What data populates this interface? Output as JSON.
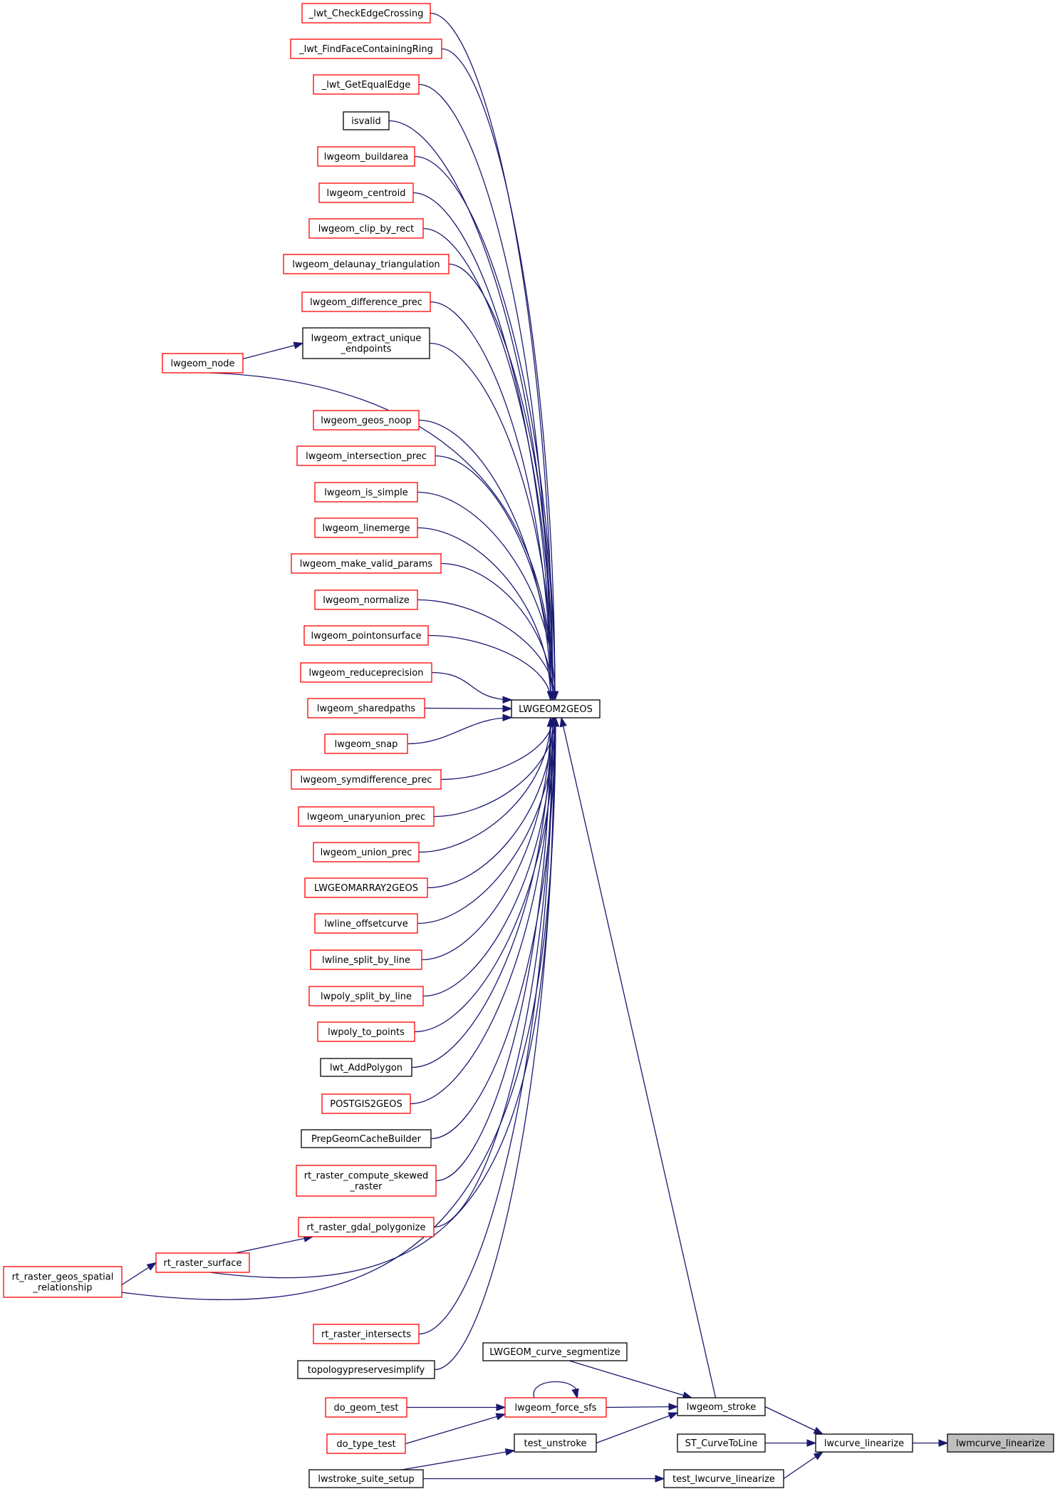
{
  "colors": {
    "edge": "#191970",
    "border_red": "#ff0000",
    "border_black": "#000000",
    "fill_default": "#ffffff",
    "fill_focus": "#bfbfbf"
  },
  "nodes": [
    {
      "id": "n01",
      "label": [
        "_lwt_CheckEdgeCrossing"
      ],
      "border": "red"
    },
    {
      "id": "n02",
      "label": [
        "_lwt_FindFaceContainingRing"
      ],
      "border": "red"
    },
    {
      "id": "n03",
      "label": [
        "_lwt_GetEqualEdge"
      ],
      "border": "red"
    },
    {
      "id": "n04",
      "label": [
        "isvalid"
      ],
      "border": "black"
    },
    {
      "id": "n05",
      "label": [
        "lwgeom_buildarea"
      ],
      "border": "red"
    },
    {
      "id": "n06",
      "label": [
        "lwgeom_centroid"
      ],
      "border": "red"
    },
    {
      "id": "n07",
      "label": [
        "lwgeom_clip_by_rect"
      ],
      "border": "red"
    },
    {
      "id": "n08",
      "label": [
        "lwgeom_delaunay_triangulation"
      ],
      "border": "red"
    },
    {
      "id": "n09",
      "label": [
        "lwgeom_difference_prec"
      ],
      "border": "red"
    },
    {
      "id": "n10",
      "label": [
        "lwgeom_extract_unique",
        "_endpoints"
      ],
      "border": "black"
    },
    {
      "id": "n11",
      "label": [
        "lwgeom_node"
      ],
      "border": "red"
    },
    {
      "id": "n12",
      "label": [
        "lwgeom_geos_noop"
      ],
      "border": "red"
    },
    {
      "id": "n13",
      "label": [
        "lwgeom_intersection_prec"
      ],
      "border": "red"
    },
    {
      "id": "n14",
      "label": [
        "lwgeom_is_simple"
      ],
      "border": "red"
    },
    {
      "id": "n15",
      "label": [
        "lwgeom_linemerge"
      ],
      "border": "red"
    },
    {
      "id": "n16",
      "label": [
        "lwgeom_make_valid_params"
      ],
      "border": "red"
    },
    {
      "id": "n17",
      "label": [
        "lwgeom_normalize"
      ],
      "border": "red"
    },
    {
      "id": "n18",
      "label": [
        "lwgeom_pointonsurface"
      ],
      "border": "red"
    },
    {
      "id": "n19",
      "label": [
        "lwgeom_reduceprecision"
      ],
      "border": "red"
    },
    {
      "id": "n20",
      "label": [
        "lwgeom_sharedpaths"
      ],
      "border": "red"
    },
    {
      "id": "n21",
      "label": [
        "lwgeom_snap"
      ],
      "border": "red"
    },
    {
      "id": "n22",
      "label": [
        "lwgeom_symdifference_prec"
      ],
      "border": "red"
    },
    {
      "id": "n23",
      "label": [
        "lwgeom_unaryunion_prec"
      ],
      "border": "red"
    },
    {
      "id": "n24",
      "label": [
        "lwgeom_union_prec"
      ],
      "border": "red"
    },
    {
      "id": "n25",
      "label": [
        "LWGEOMARRAY2GEOS"
      ],
      "border": "red"
    },
    {
      "id": "n26",
      "label": [
        "lwline_offsetcurve"
      ],
      "border": "red"
    },
    {
      "id": "n27",
      "label": [
        "lwline_split_by_line"
      ],
      "border": "red"
    },
    {
      "id": "n28",
      "label": [
        "lwpoly_split_by_line"
      ],
      "border": "red"
    },
    {
      "id": "n29",
      "label": [
        "lwpoly_to_points"
      ],
      "border": "red"
    },
    {
      "id": "n30",
      "label": [
        "lwt_AddPolygon"
      ],
      "border": "black"
    },
    {
      "id": "n31",
      "label": [
        "POSTGIS2GEOS"
      ],
      "border": "red"
    },
    {
      "id": "n32",
      "label": [
        "PrepGeomCacheBuilder"
      ],
      "border": "black"
    },
    {
      "id": "n33",
      "label": [
        "rt_raster_compute_skewed",
        "_raster"
      ],
      "border": "red"
    },
    {
      "id": "n34",
      "label": [
        "rt_raster_gdal_polygonize"
      ],
      "border": "red"
    },
    {
      "id": "n35",
      "label": [
        "rt_raster_surface"
      ],
      "border": "red"
    },
    {
      "id": "n36",
      "label": [
        "rt_raster_geos_spatial",
        "_relationship"
      ],
      "border": "red"
    },
    {
      "id": "n37",
      "label": [
        "rt_raster_intersects"
      ],
      "border": "red"
    },
    {
      "id": "n38",
      "label": [
        "topologypreservesimplify"
      ],
      "border": "black"
    },
    {
      "id": "n39",
      "label": [
        "LWGEOM2GEOS"
      ],
      "border": "black"
    },
    {
      "id": "n40",
      "label": [
        "LWGEOM_curve_segmentize"
      ],
      "border": "black"
    },
    {
      "id": "n41",
      "label": [
        "do_geom_test"
      ],
      "border": "red"
    },
    {
      "id": "n42",
      "label": [
        "lwgeom_force_sfs"
      ],
      "border": "red"
    },
    {
      "id": "n43",
      "label": [
        "lwgeom_stroke"
      ],
      "border": "black"
    },
    {
      "id": "n44",
      "label": [
        "do_type_test"
      ],
      "border": "red"
    },
    {
      "id": "n45",
      "label": [
        "test_unstroke"
      ],
      "border": "black"
    },
    {
      "id": "n46",
      "label": [
        "ST_CurveToLine"
      ],
      "border": "black"
    },
    {
      "id": "n47",
      "label": [
        "lwcurve_linearize"
      ],
      "border": "black"
    },
    {
      "id": "n48",
      "label": [
        "lwmcurve_linearize"
      ],
      "border": "black",
      "focus": true
    },
    {
      "id": "n49",
      "label": [
        "lwstroke_suite_setup"
      ],
      "border": "black"
    },
    {
      "id": "n50",
      "label": [
        "test_lwcurve_linearize"
      ],
      "border": "black"
    }
  ],
  "edges": [
    {
      "from": "n48",
      "to": "n47"
    },
    {
      "from": "n47",
      "to": "n43"
    },
    {
      "from": "n47",
      "to": "n46"
    },
    {
      "from": "n47",
      "to": "n50"
    },
    {
      "from": "n50",
      "to": "n49"
    },
    {
      "from": "n43",
      "to": "n40"
    },
    {
      "from": "n43",
      "to": "n42"
    },
    {
      "from": "n43",
      "to": "n45"
    },
    {
      "from": "n43",
      "to": "n39"
    },
    {
      "from": "n42",
      "to": "n42"
    },
    {
      "from": "n42",
      "to": "n41"
    },
    {
      "from": "n42",
      "to": "n44"
    },
    {
      "from": "n45",
      "to": "n49"
    },
    {
      "from": "n39",
      "to": "n01"
    },
    {
      "from": "n39",
      "to": "n02"
    },
    {
      "from": "n39",
      "to": "n03"
    },
    {
      "from": "n39",
      "to": "n04"
    },
    {
      "from": "n39",
      "to": "n05"
    },
    {
      "from": "n39",
      "to": "n06"
    },
    {
      "from": "n39",
      "to": "n07"
    },
    {
      "from": "n39",
      "to": "n08"
    },
    {
      "from": "n39",
      "to": "n09"
    },
    {
      "from": "n39",
      "to": "n10"
    },
    {
      "from": "n39",
      "to": "n11"
    },
    {
      "from": "n39",
      "to": "n12"
    },
    {
      "from": "n39",
      "to": "n13"
    },
    {
      "from": "n39",
      "to": "n14"
    },
    {
      "from": "n39",
      "to": "n15"
    },
    {
      "from": "n39",
      "to": "n16"
    },
    {
      "from": "n39",
      "to": "n17"
    },
    {
      "from": "n39",
      "to": "n18"
    },
    {
      "from": "n39",
      "to": "n19"
    },
    {
      "from": "n39",
      "to": "n20"
    },
    {
      "from": "n39",
      "to": "n21"
    },
    {
      "from": "n39",
      "to": "n22"
    },
    {
      "from": "n39",
      "to": "n23"
    },
    {
      "from": "n39",
      "to": "n24"
    },
    {
      "from": "n39",
      "to": "n25"
    },
    {
      "from": "n39",
      "to": "n26"
    },
    {
      "from": "n39",
      "to": "n27"
    },
    {
      "from": "n39",
      "to": "n28"
    },
    {
      "from": "n39",
      "to": "n29"
    },
    {
      "from": "n39",
      "to": "n30"
    },
    {
      "from": "n39",
      "to": "n31"
    },
    {
      "from": "n39",
      "to": "n32"
    },
    {
      "from": "n39",
      "to": "n33"
    },
    {
      "from": "n39",
      "to": "n34"
    },
    {
      "from": "n39",
      "to": "n35"
    },
    {
      "from": "n39",
      "to": "n36"
    },
    {
      "from": "n39",
      "to": "n37"
    },
    {
      "from": "n39",
      "to": "n38"
    },
    {
      "from": "n10",
      "to": "n11"
    },
    {
      "from": "n34",
      "to": "n35"
    },
    {
      "from": "n35",
      "to": "n36"
    }
  ]
}
